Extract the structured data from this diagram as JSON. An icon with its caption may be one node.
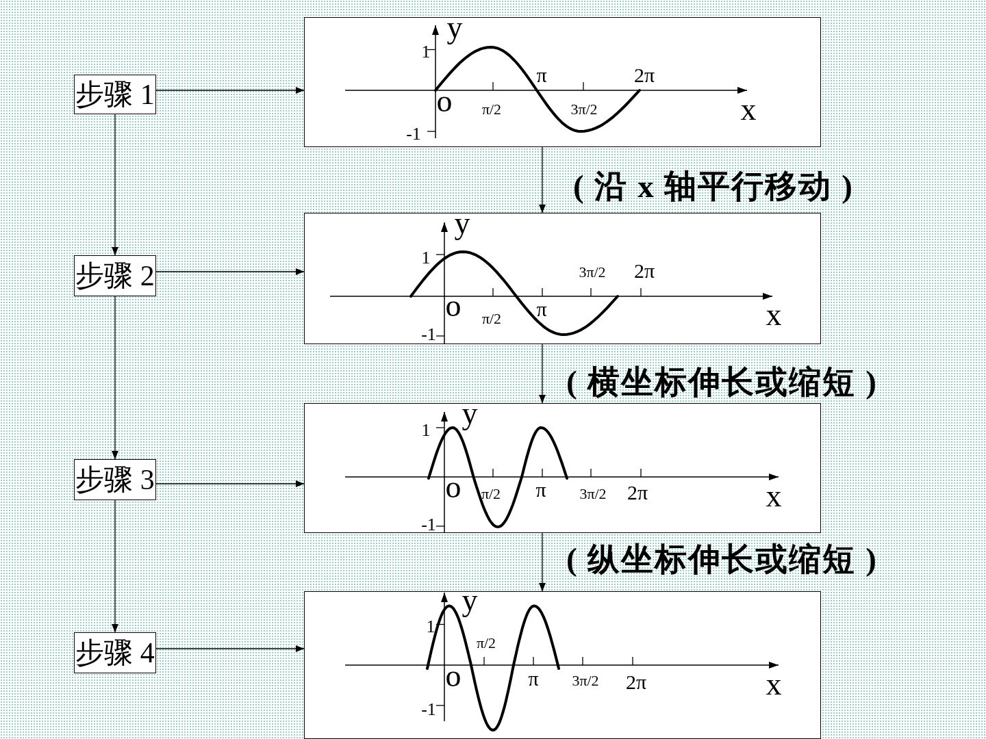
{
  "diagram": {
    "nodes": [
      {
        "text": [
          "步骤 1"
        ]
      },
      {
        "text": [
          "y",
          "1",
          "π",
          "2π",
          "o",
          "π/2",
          "3π/2",
          "x",
          "-1"
        ]
      },
      {
        "text": [
          "步骤 2"
        ]
      },
      {
        "text": [
          "y",
          "1",
          "3π/2",
          "2π",
          "o",
          "π/2",
          "π",
          "x",
          "-1"
        ]
      },
      {
        "text": [
          "步骤 3"
        ]
      },
      {
        "text": [
          "y",
          "1",
          "o",
          "π/2",
          "π",
          "3π/2",
          "2π",
          "x",
          "-1"
        ]
      },
      {
        "text": [
          "步骤 4"
        ]
      },
      {
        "text": [
          "y",
          "1",
          "π/2",
          "o",
          "π",
          "3π/2",
          "2π",
          "x",
          "-1"
        ]
      }
    ],
    "edges": [
      {
        "from": 0,
        "to": 1,
        "arrow": "to"
      },
      {
        "from": 1,
        "to": 3,
        "arrow": "to",
        "label": "( 沿 x 轴平行移动 )"
      },
      {
        "from": 0,
        "to": 2,
        "arrow": "to"
      },
      {
        "from": 2,
        "to": 3,
        "arrow": "to"
      },
      {
        "from": 3,
        "to": 5,
        "arrow": "to",
        "label": "( 横坐标伸长或缩短 )"
      },
      {
        "from": 2,
        "to": 4,
        "arrow": "to"
      },
      {
        "from": 4,
        "to": 5,
        "arrow": "to"
      },
      {
        "from": 5,
        "to": 7,
        "arrow": "to",
        "label": "( 纵坐标伸长或缩短 )"
      },
      {
        "from": 4,
        "to": 6,
        "arrow": "to"
      },
      {
        "from": 6,
        "to": 7,
        "arrow": "to"
      }
    ]
  }
}
